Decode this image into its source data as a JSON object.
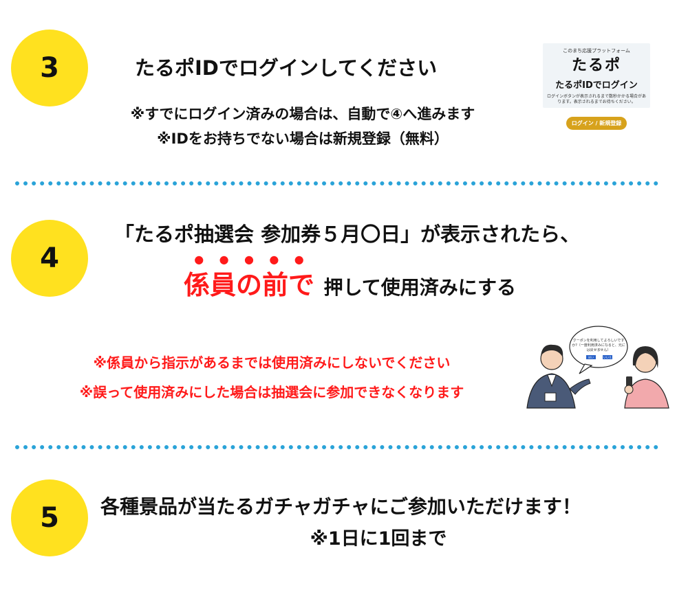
{
  "steps": [
    {
      "number": "3",
      "title": "たるポIDでログインしてください",
      "notes": [
        "※すでにログイン済みの場合は、自動で④へ進みます",
        "※IDをお持ちでない場合は新規登録（無料）"
      ]
    },
    {
      "number": "4",
      "line1": "「たるポ抽選会 参加券５月〇日」が表示されたら、",
      "line2_emphasis": "係員の前で",
      "line2_rest": "押して使用済みにする",
      "warnings": [
        "※係員から指示があるまでは使用済みにしないでください",
        "※誤って使用済みにした場合は抽選会に参加できなくなります"
      ]
    },
    {
      "number": "5",
      "line1": "各種景品が当たるガチャガチャにご参加いただけます！",
      "line2": "※1日に1回まで"
    }
  ],
  "login_card": {
    "tagline": "このまち応援プラットフォーム",
    "logo": "たるポ",
    "title": "たるポIDでログイン",
    "description": "ログインボタンが表示されるまで数秒かかる場合があります。表示されるまでお待ちください。",
    "button": "ログイン / 新規登録"
  },
  "illustration": {
    "bubble": [
      "クーポンを利用してよろしいです",
      "か?（一度利用済みになると、元に",
      "は戻せません）"
    ],
    "yes": "はい",
    "no": "いいえ"
  },
  "colors": {
    "circle": "#ffe11f",
    "divider": "#2aa3d8",
    "emphasis": "#ff1a1a",
    "button": "#d7a21c"
  }
}
